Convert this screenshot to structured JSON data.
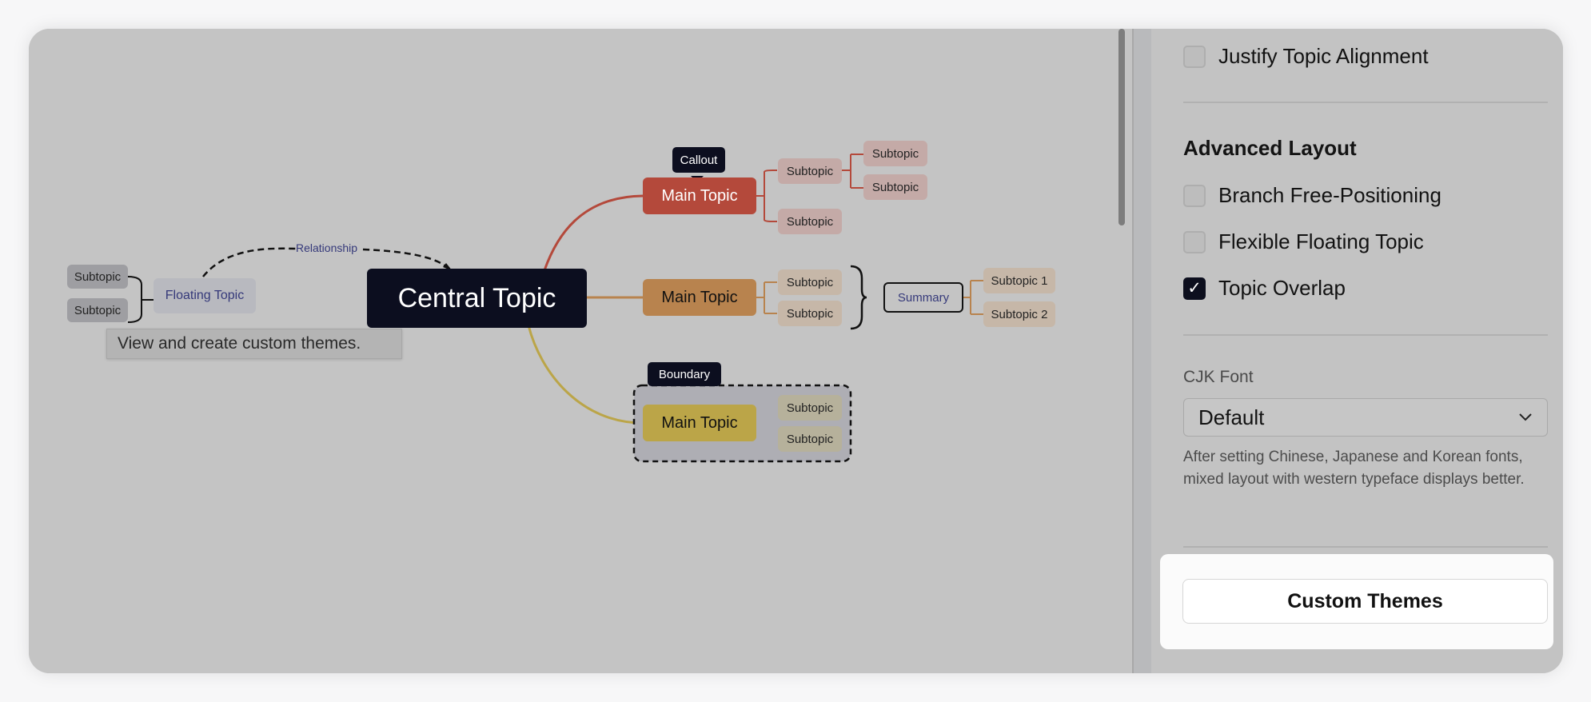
{
  "mindmap": {
    "central_topic": "Central Topic",
    "main_topics": [
      "Main Topic",
      "Main Topic",
      "Main Topic"
    ],
    "subtopic": "Subtopic",
    "callout": "Callout",
    "boundary": "Boundary",
    "summary": "Summary",
    "summary_children": [
      "Subtopic 1",
      "Subtopic 2"
    ],
    "relationship": "Relationship",
    "floating_topic": "Floating Topic",
    "branch_colors": {
      "red": "#b4493b",
      "orange": "#b8834e",
      "yellow": "#bba548",
      "central": "#0c0e1f"
    }
  },
  "tooltip": "View and create custom themes.",
  "panel": {
    "justify_alignment": {
      "label": "Justify Topic Alignment",
      "checked": false
    },
    "advanced_layout": {
      "title": "Advanced Layout",
      "options": [
        {
          "label": "Branch Free-Positioning",
          "checked": false
        },
        {
          "label": "Flexible Floating Topic",
          "checked": false
        },
        {
          "label": "Topic Overlap",
          "checked": true
        }
      ]
    },
    "cjk_font": {
      "label": "CJK Font",
      "value": "Default",
      "help": "After setting Chinese, Japanese and Korean fonts, mixed layout with western typeface displays better."
    },
    "custom_themes_button": "Custom Themes"
  }
}
